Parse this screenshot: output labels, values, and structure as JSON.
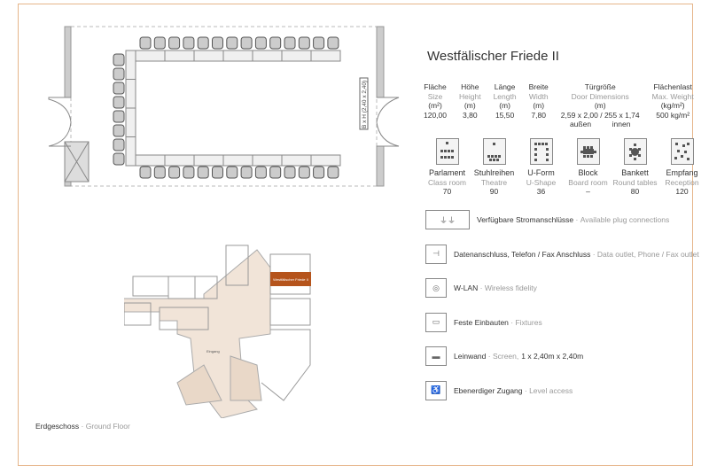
{
  "room": {
    "title": "Westfälischer Friede II",
    "screen_label": "B x H (2,40 x 2,40)"
  },
  "specs": [
    {
      "de": "Fläche",
      "en": "Size",
      "unit": "(m²)",
      "value": "120,00"
    },
    {
      "de": "Höhe",
      "en": "Height",
      "unit": "(m)",
      "value": "3,80"
    },
    {
      "de": "Länge",
      "en": "Length",
      "unit": "(m)",
      "value": "15,50"
    },
    {
      "de": "Breite",
      "en": "Width",
      "unit": "(m)",
      "value": "7,80"
    },
    {
      "de": "Türgröße",
      "en": "Door Dimensions",
      "unit": "(m)",
      "value": "2,59 x 2,00 / 255 x 1,74",
      "note": "außen          innen"
    },
    {
      "de": "Flächenlast",
      "en": "Max. Weight",
      "unit": "(kg/m²)",
      "value": "500 kg/m²"
    }
  ],
  "layouts": [
    {
      "de": "Parlament",
      "en": "Class room",
      "value": "70"
    },
    {
      "de": "Stuhlreihen",
      "en": "Theatre",
      "value": "90"
    },
    {
      "de": "U-Form",
      "en": "U-Shape",
      "value": "36"
    },
    {
      "de": "Block",
      "en": "Board room",
      "value": "–"
    },
    {
      "de": "Bankett",
      "en": "Round tables",
      "value": "80"
    },
    {
      "de": "Empfang",
      "en": "Reception",
      "value": "120"
    }
  ],
  "features": [
    {
      "de": "Verfügbare Stromanschlüsse",
      "en": "Available plug connections",
      "icon": "plug-icon"
    },
    {
      "de": "Datenanschluss, Telefon / Fax Anschluss",
      "en": "Data outlet, Phone / Fax outlet",
      "icon": "data-outlet-icon"
    },
    {
      "de": "W-LAN",
      "en": "Wireless fidelity",
      "icon": "wifi-icon"
    },
    {
      "de": "Feste Einbauten",
      "en": "Fixtures",
      "icon": "fixtures-icon"
    },
    {
      "de": "Leinwand",
      "en": "Screen,",
      "extra": "1 x 2,40m x 2,40m",
      "icon": "screen-icon"
    },
    {
      "de": "Ebenerdiger Zugang",
      "en": "Level access",
      "icon": "level-access-icon"
    }
  ],
  "floorplan": {
    "highlight_label": "Westfälischer Friede II",
    "entrance_label": "Eingang"
  },
  "caption": {
    "de": "Erdgeschoss",
    "sep": " · ",
    "en": "Ground Floor"
  },
  "colors": {
    "accent": "#b5541c",
    "frame": "#e6b58a",
    "floor": "#f1e4d8"
  }
}
